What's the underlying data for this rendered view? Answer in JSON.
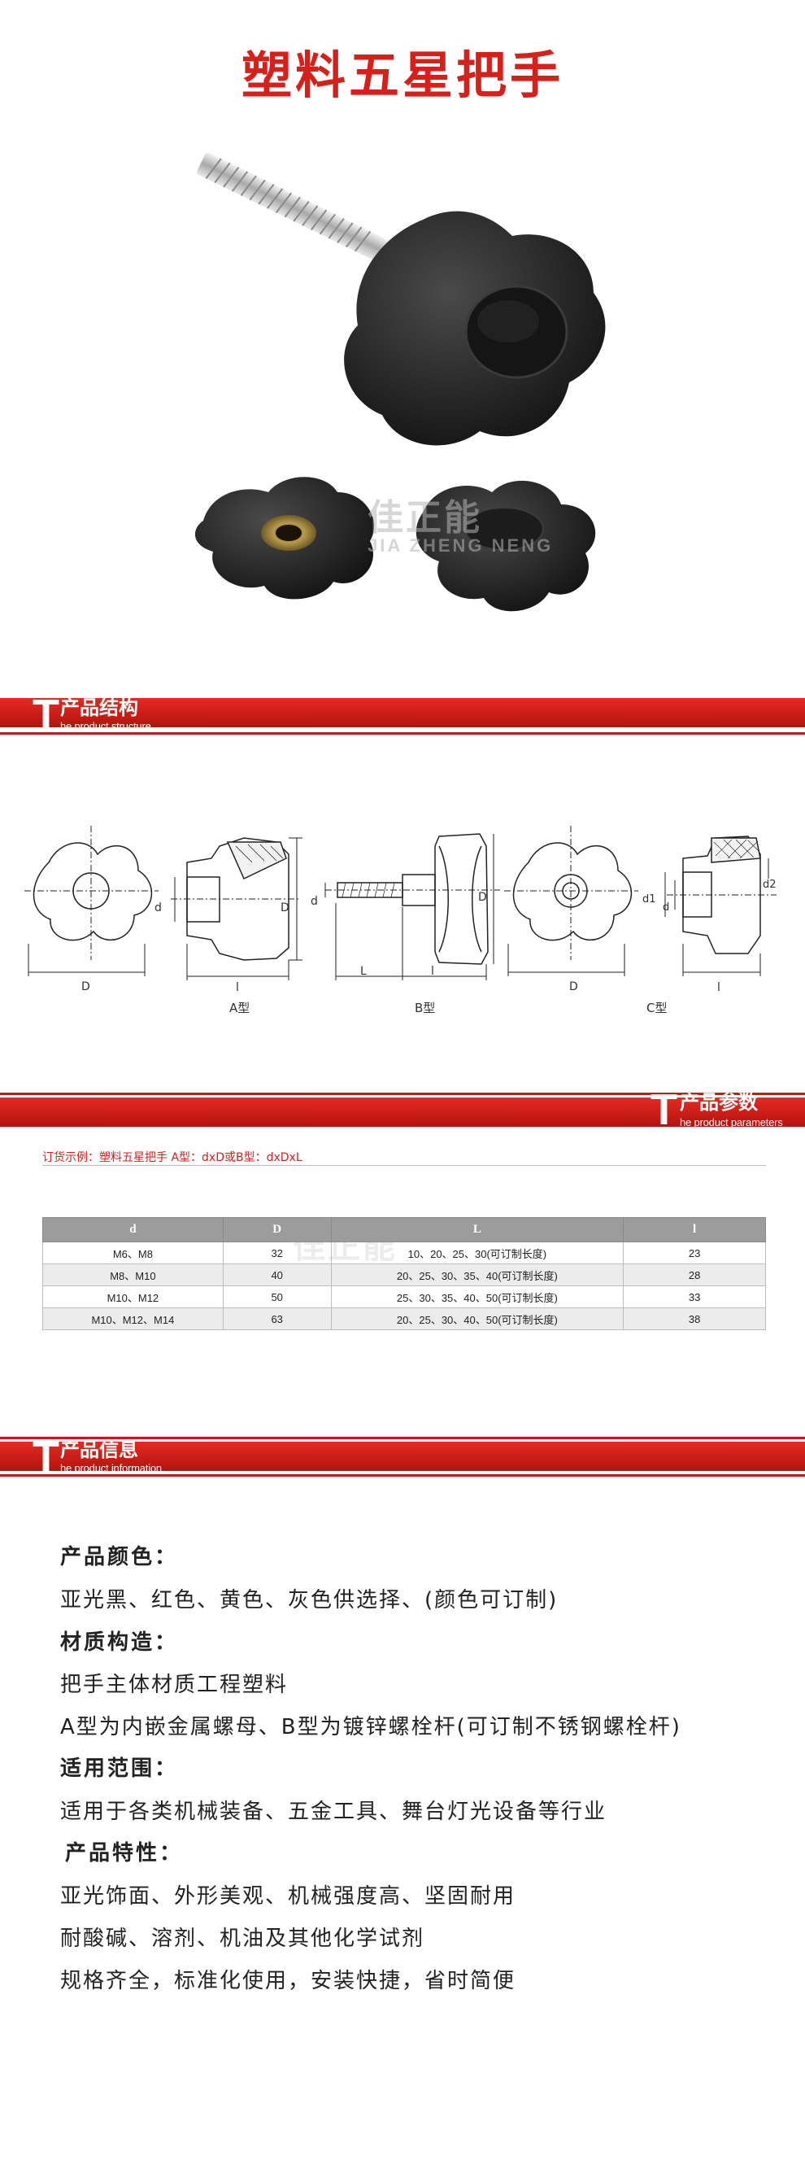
{
  "page_title": "塑料五星把手",
  "watermark": {
    "cn": "佳正能",
    "en": "JIA ZHENG NENG"
  },
  "sections": {
    "structure": {
      "letter": "T",
      "title": "产品结构",
      "subtitle": "he product structure"
    },
    "params": {
      "letter": "T",
      "title": "产品参数",
      "subtitle": "he product parameters"
    },
    "info": {
      "letter": "T",
      "title": "产品信息",
      "subtitle": "he product information"
    }
  },
  "diagram_labels": {
    "a_type": "A型",
    "b_type": "B型",
    "c_type": "C型",
    "D": "D",
    "d": "d",
    "l": "l",
    "L": "L",
    "d1": "d1",
    "d2": "d2"
  },
  "order_example": "订货示例：塑料五星把手  A型：dxD或B型：dxDxL",
  "table": {
    "headers": [
      "d",
      "D",
      "L",
      "l"
    ],
    "rows": [
      [
        "M6、M8",
        "32",
        "10、20、25、30(可订制长度)",
        "23"
      ],
      [
        "M8、M10",
        "40",
        "20、25、30、35、40(可订制长度)",
        "28"
      ],
      [
        "M10、M12",
        "50",
        "25、30、35、40、50(可订制长度)",
        "33"
      ],
      [
        "M10、M12、M14",
        "63",
        "20、25、30、40、50(可订制长度)",
        "38"
      ]
    ]
  },
  "info": {
    "color_head": "产品颜色：",
    "color_text": "亚光黑、红色、黄色、灰色供选择、(颜色可订制)",
    "material_head": "材质构造：",
    "material_text1": "把手主体材质工程塑料",
    "material_text2": "A型为内嵌金属螺母、B型为镀锌螺栓杆(可订制不锈钢螺栓杆)",
    "scope_head": "适用范围：",
    "scope_text": "适用于各类机械装备、五金工具、舞台灯光设备等行业",
    "feature_head": "产品特性：",
    "feature_text1": "亚光饰面、外形美观、机械强度高、坚固耐用",
    "feature_text2": "耐酸碱、溶剂、机油及其他化学试剂",
    "feature_text3": "规格齐全，标准化使用，安装快捷，省时简便"
  },
  "colors": {
    "accent": "#d7201a",
    "knob": "#1a1a1a",
    "table_header": "#9c9c9c"
  }
}
